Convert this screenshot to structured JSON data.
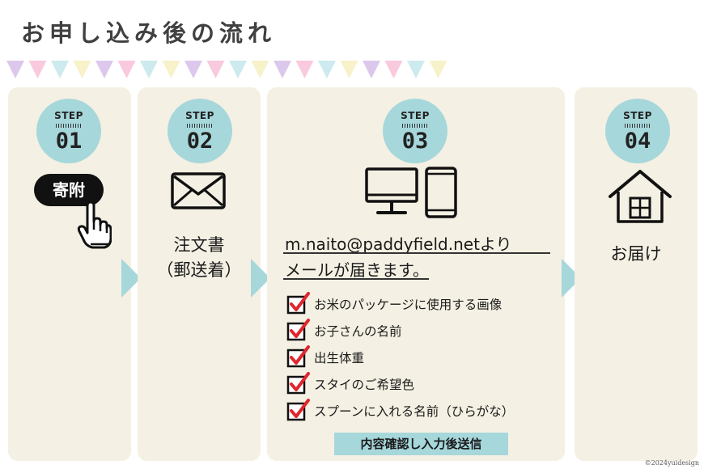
{
  "title": "お申し込み後の流れ",
  "colors": {
    "panel": "#f4f0e3",
    "badge": "#a6d7db",
    "check": "#e0262d",
    "bunting": [
      "#dcc8ec",
      "#f9c9dd",
      "#cdeaee",
      "#f7f2c9"
    ]
  },
  "steps": [
    {
      "step_label": "STEP",
      "number": "01",
      "button": "寄附",
      "icon": "hand-pointer-icon"
    },
    {
      "step_label": "STEP",
      "number": "02",
      "label_line1": "注文書",
      "label_line2": "（郵送着）",
      "icon": "envelope-icon"
    },
    {
      "step_label": "STEP",
      "number": "03",
      "email_line1": "m.naito@paddyfield.netより",
      "email_line2": "メールが届きます。",
      "icon": "computer-phone-icon",
      "checklist": [
        "お米のパッケージに使用する画像",
        "お子さんの名前",
        "出生体重",
        "スタイのご希望色",
        "スプーンに入れる名前（ひらがな）"
      ],
      "send_label": "内容確認し入力後送信"
    },
    {
      "step_label": "STEP",
      "number": "04",
      "label": "お届け",
      "icon": "house-icon"
    }
  ],
  "credit": "©2024yuidesign"
}
